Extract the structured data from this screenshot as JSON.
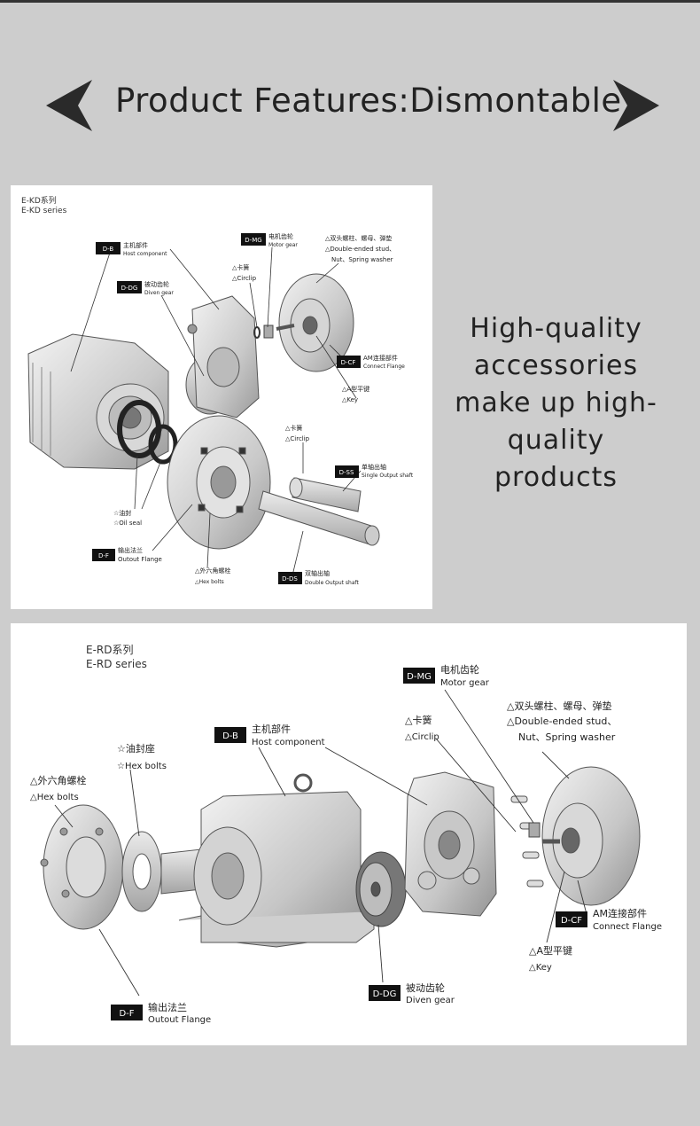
{
  "header": {
    "title": "Product Features:Dismontable"
  },
  "tagline": [
    "High-quality",
    "accessories",
    "make up high-",
    "quality",
    "products"
  ],
  "kd": {
    "series_cn": "E-KD系列",
    "series_en": "E-KD series",
    "labels": {
      "b_code": "D-B",
      "b_cn": "主机部件",
      "b_en": "Host component",
      "dg_code": "D-DG",
      "dg_cn": "被动齿轮",
      "dg_en": "Diven gear",
      "mg_code": "D-MG",
      "mg_cn": "电机齿轮",
      "mg_en": "Motor gear",
      "circlip1_cn": "△卡簧",
      "circlip1_en": "△Circlip",
      "stud_cn": "△双头螺柱、螺母、弹垫",
      "stud_en1": "△Double-ended stud、",
      "stud_en2": "Nut、Spring washer",
      "cf_code": "D-CF",
      "cf_cn": "AM连接部件",
      "cf_en": "Connect Flange",
      "key_cn": "△A型平键",
      "key_en": "△Key",
      "circlip2_cn": "△卡簧",
      "circlip2_en": "△Circlip",
      "ss_code": "D-SS",
      "ss_cn": "单轴出轴",
      "ss_en": "Single Output shaft",
      "seal_cn": "☆油封",
      "seal_en": "☆Oil seal",
      "f_code": "D-F",
      "f_cn": "输出法兰",
      "f_en": "Outout Flange",
      "hex_cn": "△外六角螺栓",
      "hex_en": "△Hex bolts",
      "ds_code": "D-DS",
      "ds_cn": "双轴出轴",
      "ds_en": "Double Output shaft"
    }
  },
  "rd": {
    "series_cn": "E-RD系列",
    "series_en": "E-RD series",
    "labels": {
      "mg_code": "D-MG",
      "mg_cn": "电机齿轮",
      "mg_en": "Motor gear",
      "stud_cn": "△双头螺柱、螺母、弹垫",
      "stud_en1": "△Double-ended stud、",
      "stud_en2": "Nut、Spring washer",
      "circlip_cn": "△卡簧",
      "circlip_en": "△Circlip",
      "b_code": "D-B",
      "b_cn": "主机部件",
      "b_en": "Host component",
      "sealseat_cn": "☆油封座",
      "sealseat_en": "☆Hex bolts",
      "hex_cn": "△外六角螺栓",
      "hex_en": "△Hex bolts",
      "cf_code": "D-CF",
      "cf_cn": "AM连接部件",
      "cf_en": "Connect Flange",
      "key_cn": "△A型平键",
      "key_en": "△Key",
      "dg_code": "D-DG",
      "dg_cn": "被动齿轮",
      "dg_en": "Diven gear",
      "f_code": "D-F",
      "f_cn": "输出法兰",
      "f_en": "Outout Flange"
    }
  }
}
